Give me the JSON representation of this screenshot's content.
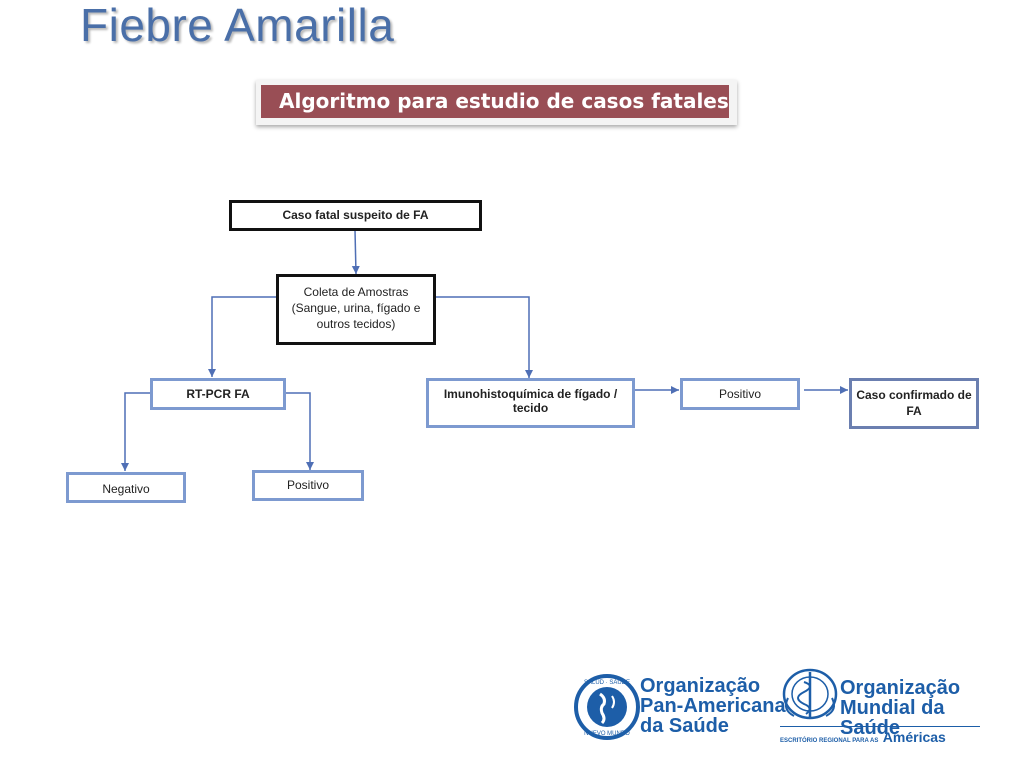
{
  "title": "Fiebre Amarilla",
  "subtitle": "Algoritmo para estudio de casos fatales",
  "nodes": {
    "caso_fatal": "Caso fatal suspeito de FA",
    "coleta": "Coleta de Amostras (Sangue, urina, fígado e outros tecidos)",
    "rtpcr": "RT-PCR FA",
    "imuno": "Imunohistoquímica de fígado / tecido",
    "positivo_imuno": "Positivo",
    "caso_confirmado": "Caso confirmado de FA",
    "negativo": "Negativo",
    "positivo_rtpcr": "Positivo"
  },
  "logos": {
    "opas": {
      "line1": "Organização",
      "line2": "Pan-Americana",
      "line3": "da Saúde",
      "seal_top": "SALUD · SAÚDE",
      "seal_bottom": "NUEVO MUNDO"
    },
    "oms": {
      "line1": "Organização",
      "line2": "Mundial da Saúde",
      "small": "ESCRITÓRIO REGIONAL PARA AS",
      "region": "Américas"
    }
  },
  "colors": {
    "title": "#4a6fa8",
    "banner": "#994e55",
    "box_border": "#7d9ad0",
    "connector": "#4f6fb5",
    "logo": "#1d5ea8"
  }
}
